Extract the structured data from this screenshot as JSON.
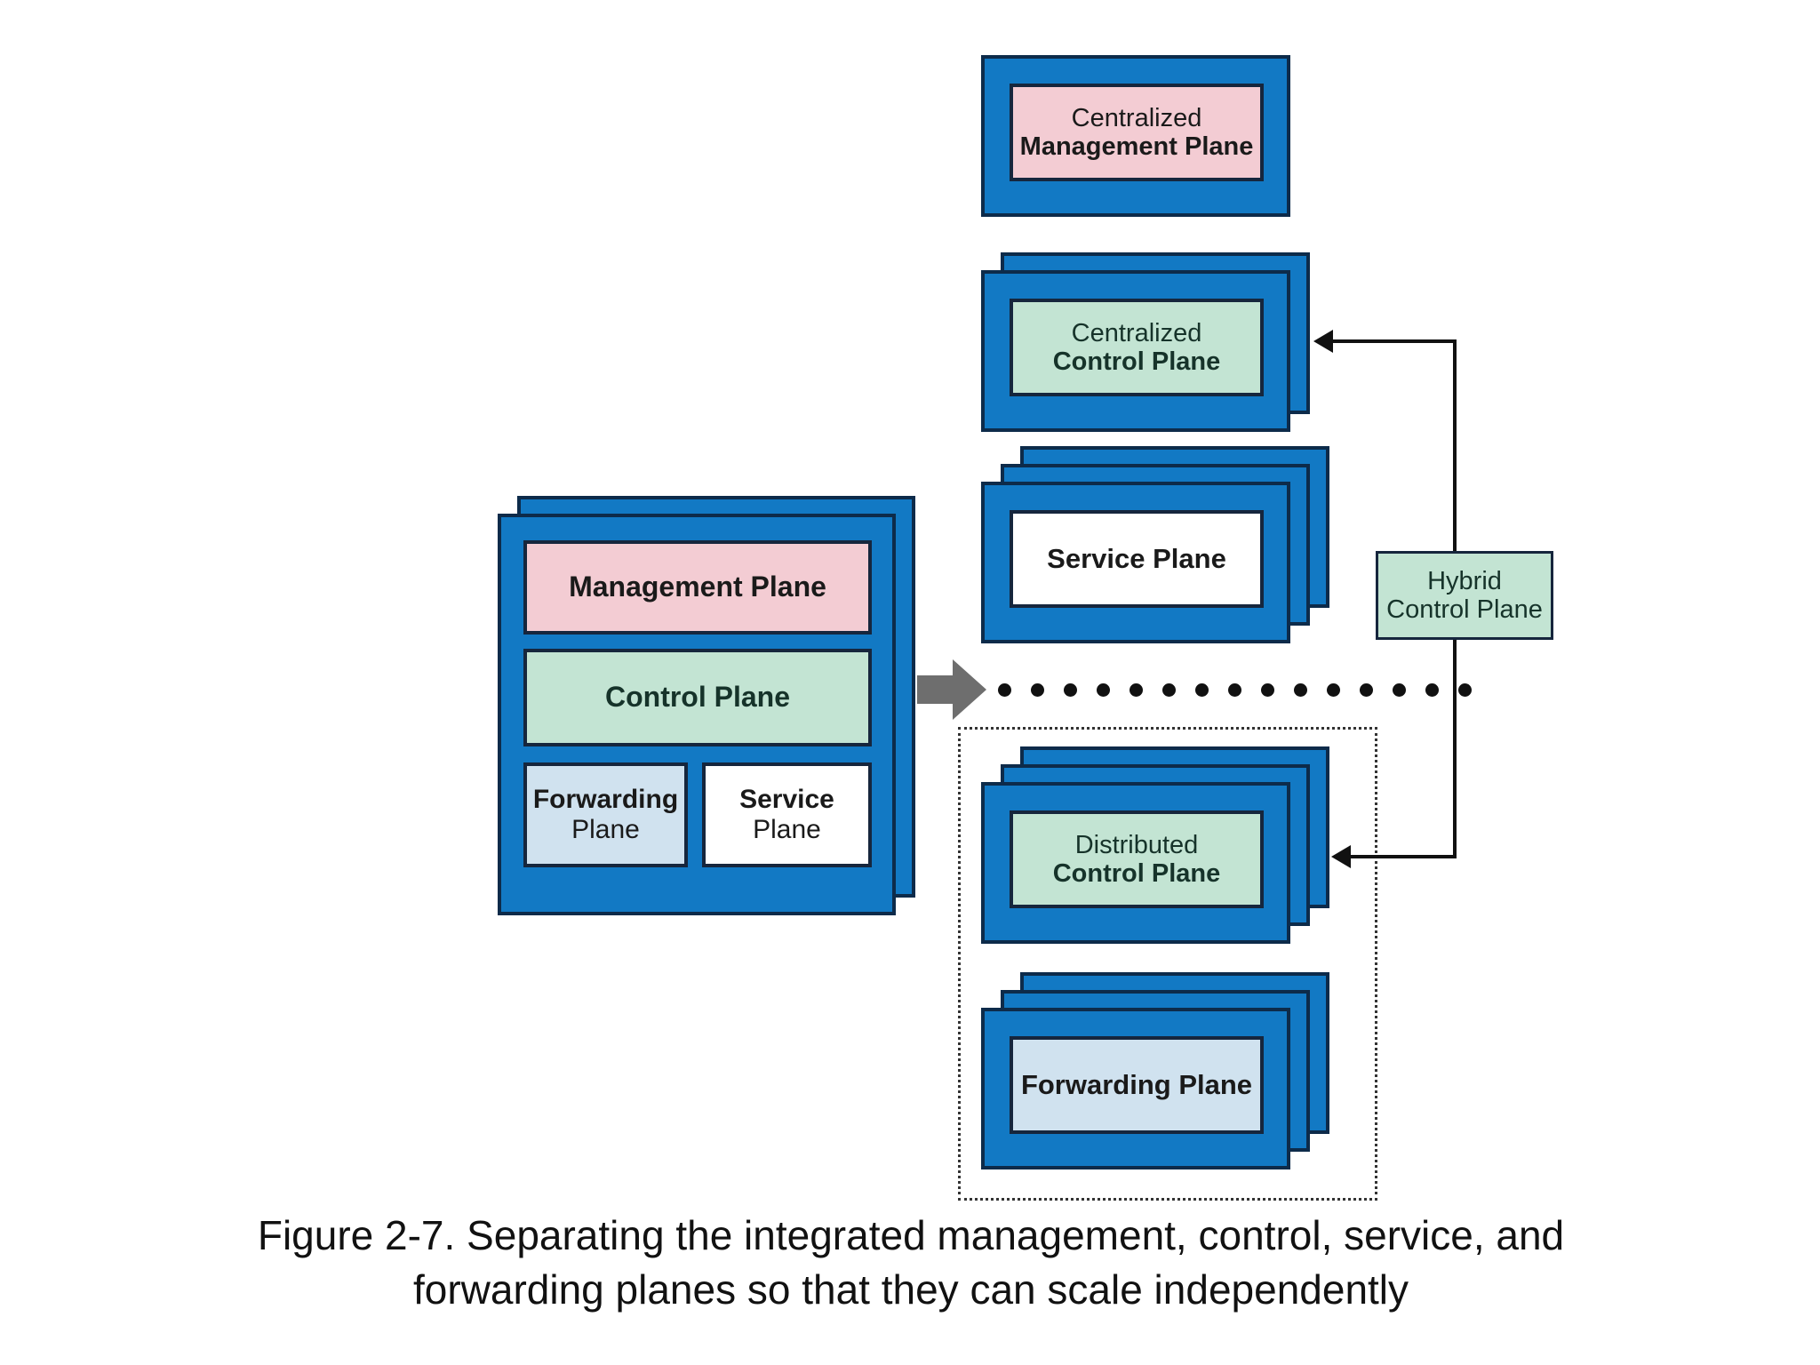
{
  "figure": {
    "caption_line1": "Figure 2-7. Separating the integrated management, control, service, and",
    "caption_line2": "forwarding planes so that they can scale independently"
  },
  "colors": {
    "frame_blue": "#1279c4",
    "frame_outline": "#0d2b4a",
    "pink": "#f3ccd3",
    "green": "#c3e4d3",
    "light_blue": "#d0e2ef",
    "white": "#ffffff",
    "arrow_gray": "#6e6e6e",
    "line_black": "#111111"
  },
  "integrated_device": {
    "name": "integrated-network-device",
    "stack_count": 2,
    "planes": [
      {
        "id": "management",
        "label": "Management Plane",
        "fill": "pink"
      },
      {
        "id": "control",
        "label": "Control Plane",
        "fill": "green"
      },
      {
        "id": "forwarding",
        "label_line1": "Forwarding",
        "label_line2": "Plane",
        "fill": "light_blue"
      },
      {
        "id": "service",
        "label_line1": "Service",
        "label_line2": "Plane",
        "fill": "white"
      }
    ]
  },
  "separated": {
    "centralized_management": {
      "label_line1": "Centralized",
      "label_line2": "Management Plane",
      "fill": "pink",
      "stack_count": 1
    },
    "centralized_control": {
      "label_line1": "Centralized",
      "label_line2": "Control Plane",
      "fill": "green",
      "stack_count": 2
    },
    "service_plane": {
      "label": "Service Plane",
      "fill": "white",
      "stack_count": 3
    },
    "distributed_control": {
      "label_line1": "Distributed",
      "label_line2": "Control Plane",
      "fill": "green",
      "stack_count": 3
    },
    "forwarding_plane": {
      "label": "Forwarding Plane",
      "fill": "light_blue",
      "stack_count": 3
    }
  },
  "hybrid_control": {
    "label_line1": "Hybrid",
    "label_line2": "Control Plane",
    "fill": "green"
  },
  "separator": {
    "dot_count": 15,
    "arrow_direction": "right"
  }
}
